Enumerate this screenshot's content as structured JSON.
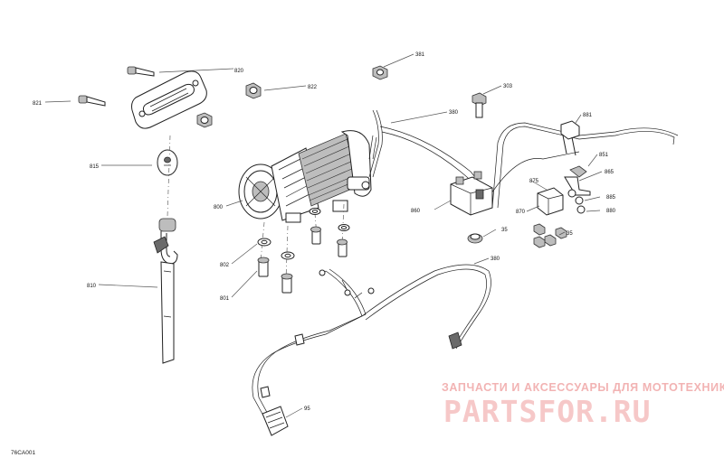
{
  "reference_code": "76CA001",
  "watermark": {
    "line1": "ЗАПЧАСТИ И АКСЕССУАРЫ ДЛЯ МОТОТЕХНИКИ",
    "line2": "PARTSFOR.RU"
  },
  "callouts": {
    "c820": "820",
    "c822": "822",
    "c821": "821",
    "c815": "815",
    "c800": "800",
    "c802": "802",
    "c801": "801",
    "c810": "810",
    "c381": "381",
    "c303": "303",
    "c380a": "380",
    "c380b": "380",
    "c860": "860",
    "c35a": "35",
    "c35b": "35",
    "c881": "881",
    "c851": "851",
    "c865": "865",
    "c875": "875",
    "c870": "870",
    "c885": "885",
    "c880": "880",
    "c95": "95"
  }
}
